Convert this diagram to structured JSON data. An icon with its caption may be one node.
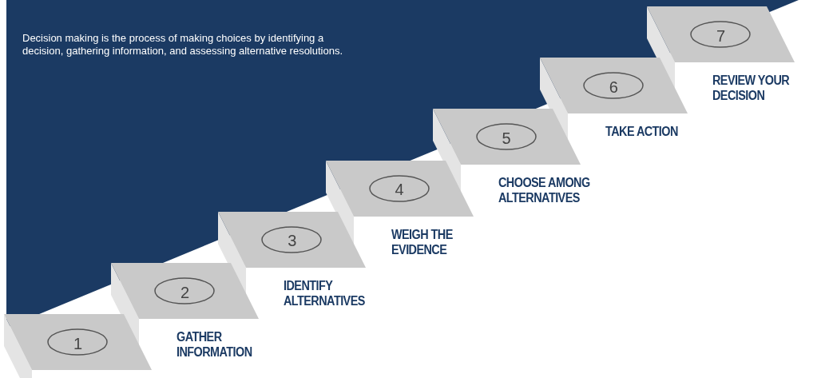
{
  "diagram": {
    "nodes": [
      {
        "text": [
          "Decision making is the process of making choices by identifying a decision, gathering information, and assessing alternative resolutions."
        ]
      },
      {
        "text": [
          "1"
        ]
      },
      {
        "text": [
          "2"
        ],
        "beside": [
          "GATHER INFORMATION"
        ]
      },
      {
        "text": [
          "3"
        ],
        "beside": [
          "IDENTIFY ALTERNATIVES"
        ]
      },
      {
        "text": [
          "4"
        ],
        "beside": [
          "WEIGH THE EVIDENCE"
        ]
      },
      {
        "text": [
          "5"
        ],
        "beside": [
          "CHOOSE AMONG ALTERNATIVES"
        ]
      },
      {
        "text": [
          "6"
        ],
        "beside": [
          "TAKE ACTION"
        ]
      },
      {
        "text": [
          "7"
        ],
        "beside": [
          "REVIEW YOUR DECISION"
        ]
      }
    ]
  }
}
